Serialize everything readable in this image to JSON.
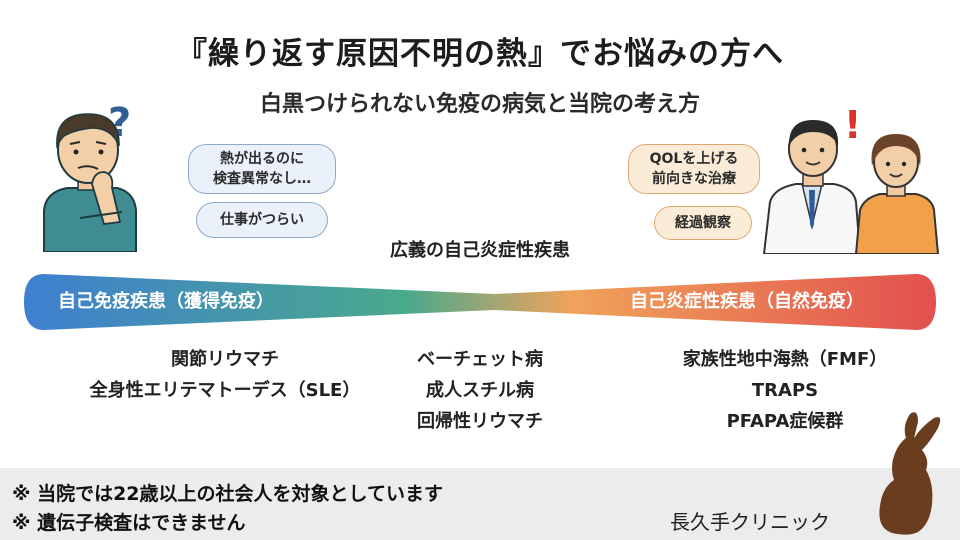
{
  "title": "『繰り返す原因不明の熱』でお悩みの方へ",
  "subtitle": "白黒つけられない免疫の病気と当院の考え方",
  "patient": {
    "question_mark": "?",
    "bubble_1_line1": "熱が出るのに",
    "bubble_1_line2": "検査異常なし…",
    "bubble_2": "仕事がつらい"
  },
  "doctor": {
    "exclamation_mark": "!",
    "bubble_1_line1": "QOLを上げる",
    "bubble_1_line2": "前向きな治療",
    "bubble_2": "経過観察"
  },
  "spectrum": {
    "label": "広義の自己炎症性疾患",
    "left_label": "自己免疫疾患（獲得免疫）",
    "right_label": "自己炎症性疾患（自然免疫）",
    "colors": {
      "left": "#3f7fd0",
      "middle": "#4aa98c",
      "center": "#f0a35a",
      "right": "#e2504e"
    }
  },
  "columns": {
    "left": [
      "関節リウマチ",
      "全身性エリテマトーデス（SLE）"
    ],
    "middle": [
      "ベーチェット病",
      "成人スチル病",
      "回帰性リウマチ"
    ],
    "right": [
      "家族性地中海熱（FMF）",
      "TRAPS",
      "PFAPA症候群"
    ]
  },
  "footer": {
    "note_1": "※ 当院では22歳以上の社会人を対象としています",
    "note_2": "※ 遺伝子検査はできません",
    "clinic_name": "長久手クリニック"
  }
}
